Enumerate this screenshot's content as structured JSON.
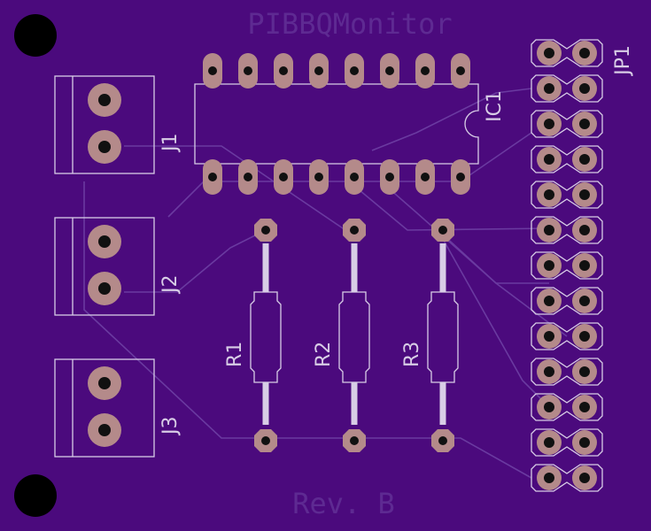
{
  "board": {
    "title": "PIBBQMonitor",
    "revision": "Rev. B",
    "colors": {
      "board": "#4b0a7d",
      "silkscreen": "#d8cde6",
      "copper_pad": "#b48a8a",
      "trace": "#6a3aa0"
    }
  },
  "components": {
    "ic": {
      "label": "IC1",
      "pins_per_row": 8
    },
    "header": {
      "label": "JP1",
      "rows": 13,
      "cols": 2
    },
    "connectors": [
      {
        "label": "J1"
      },
      {
        "label": "J2"
      },
      {
        "label": "J3"
      }
    ],
    "resistors": [
      {
        "label": "R1"
      },
      {
        "label": "R2"
      },
      {
        "label": "R3"
      }
    ]
  }
}
